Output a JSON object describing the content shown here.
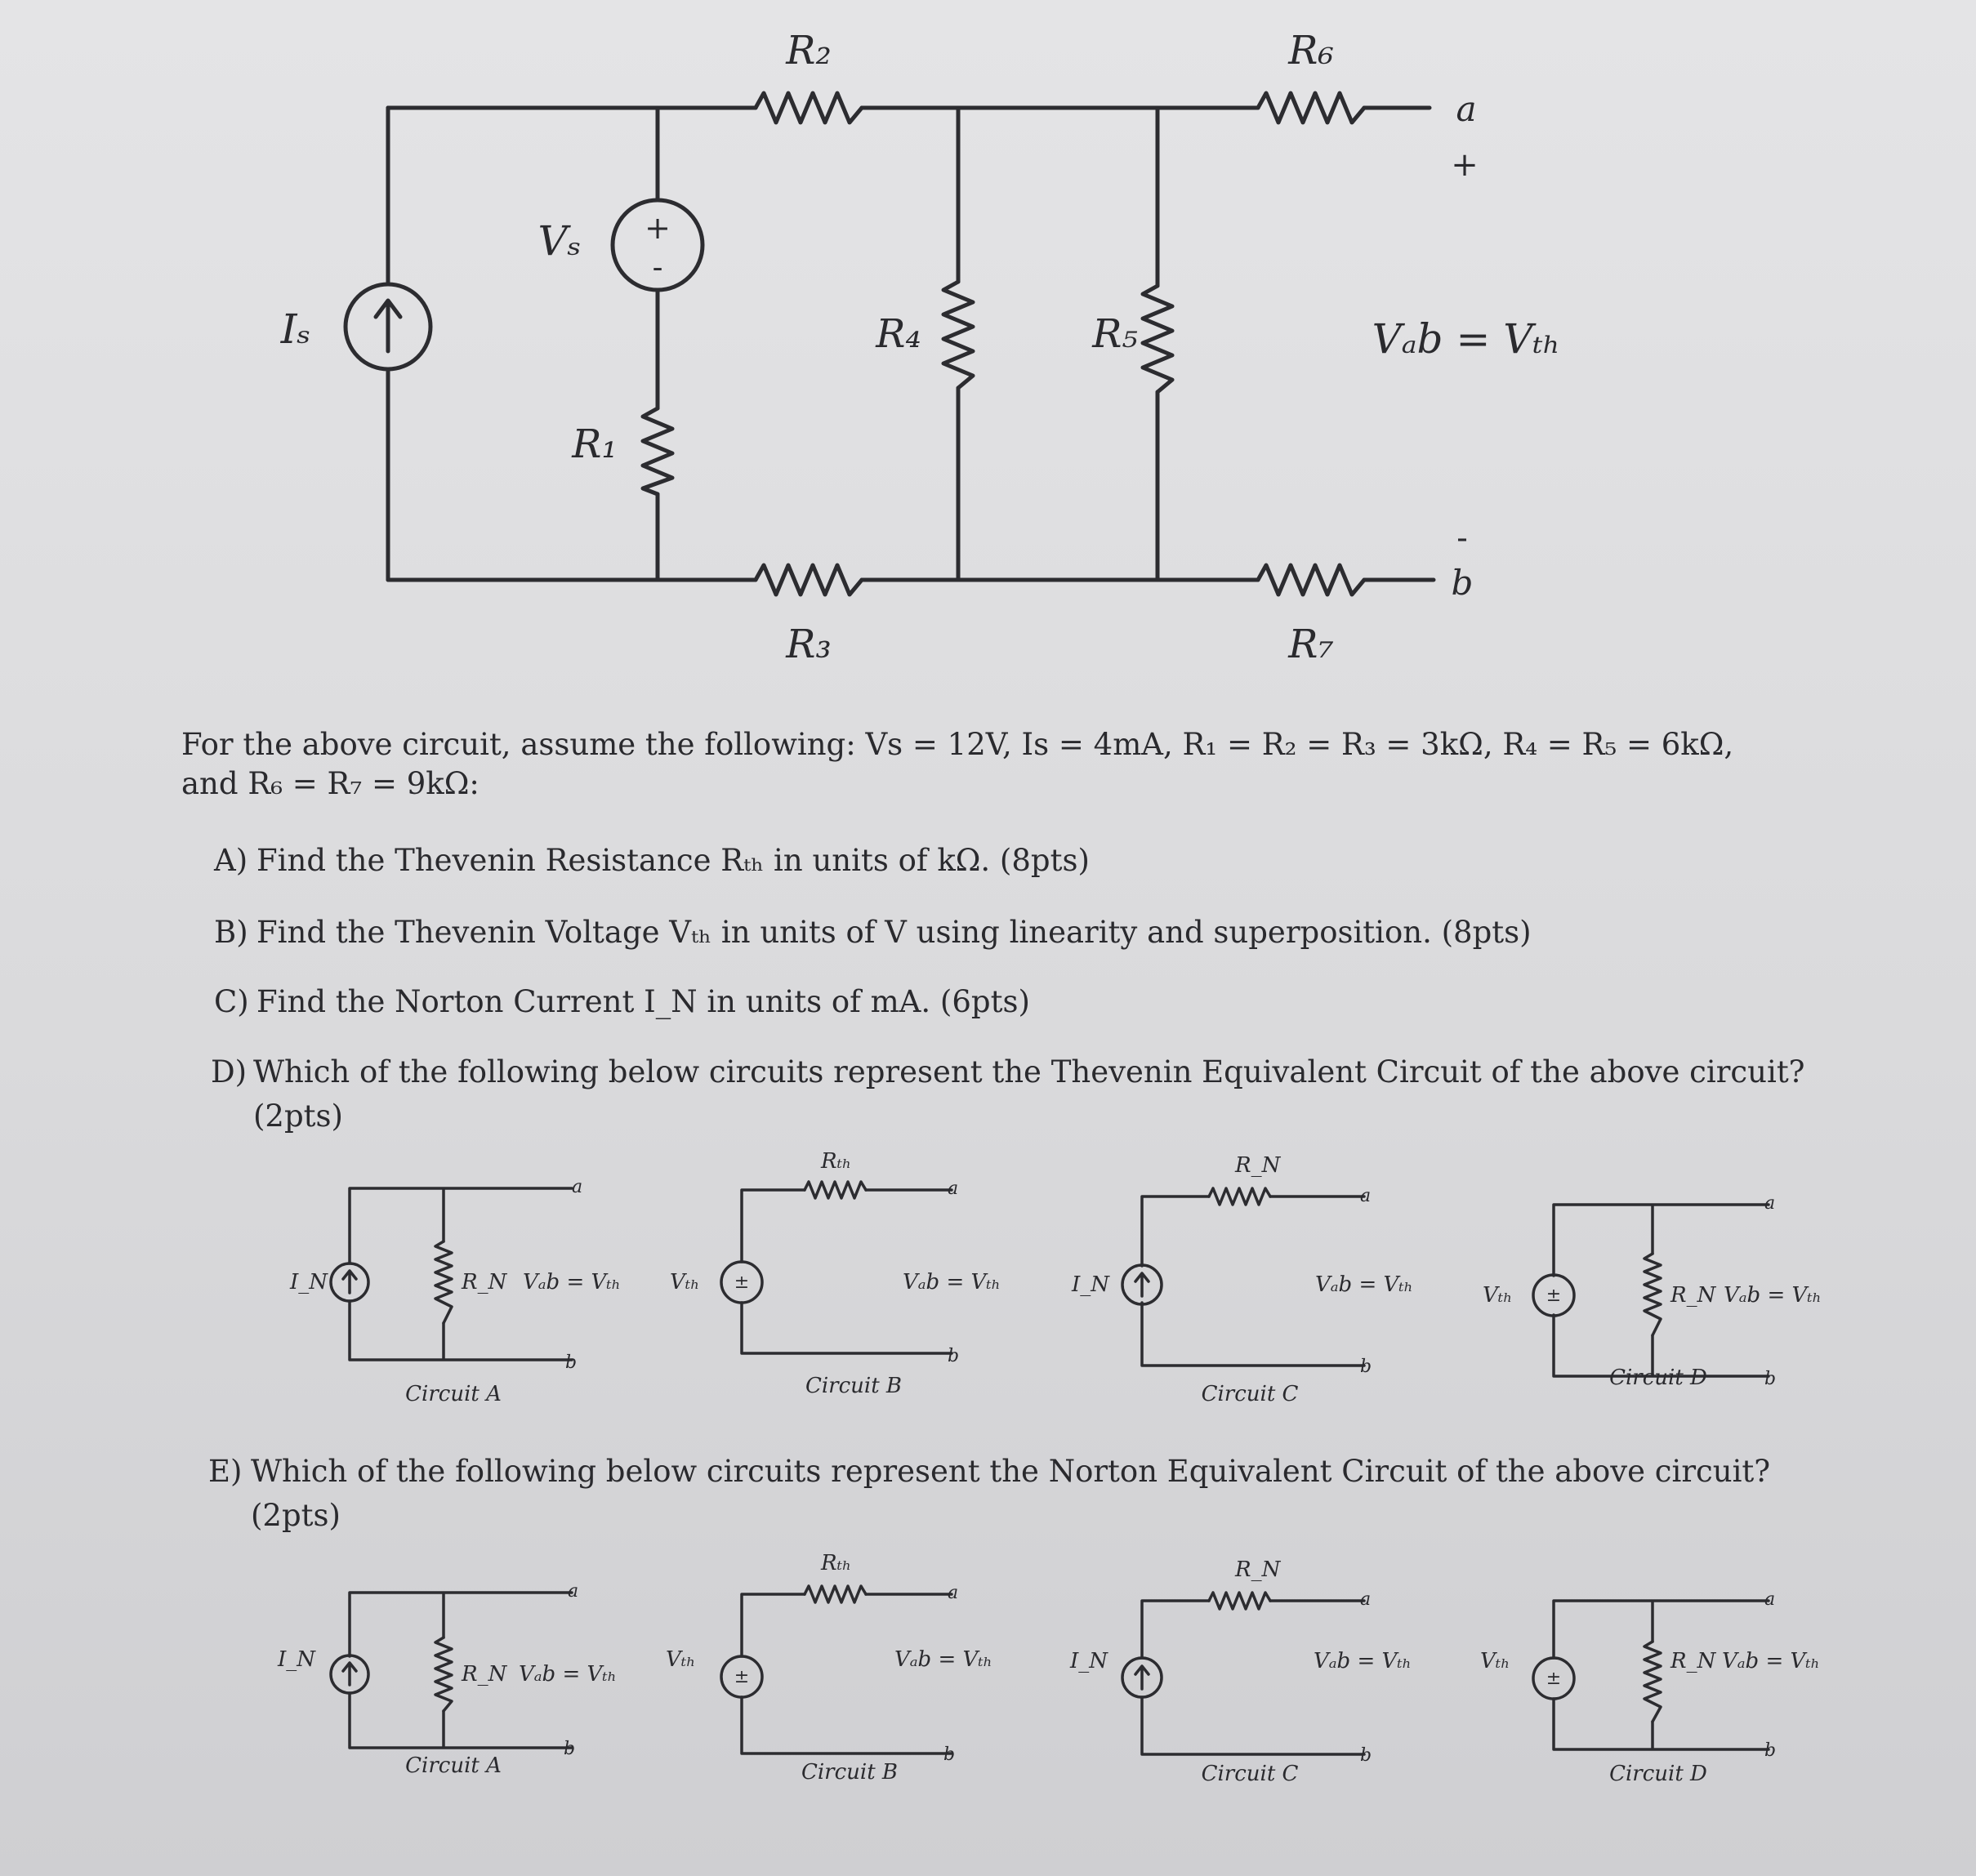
{
  "main_circuit": {
    "labels": {
      "r1": "R₁",
      "r2": "R₂",
      "r3": "R₃",
      "r4": "R₄",
      "r5": "R₅",
      "r6": "R₆",
      "r7": "R₇",
      "vs": "Vₛ",
      "is": "Iₛ",
      "vab": "Vₐb = Vₜₕ",
      "node_a": "a",
      "node_b": "b",
      "plus": "+",
      "minus": "-"
    }
  },
  "problem": {
    "intro_line1": "For the above circuit, assume the following: Vs = 12V, Is = 4mA, R₁ = R₂ = R₃ = 3kΩ, R₄ = R₅ = 6kΩ,",
    "intro_line2": "and R₆ = R₇ = 9kΩ:",
    "questions": [
      {
        "letter": "A)",
        "text": "Find the Thevenin Resistance Rₜₕ in units of kΩ. (8pts)"
      },
      {
        "letter": "B)",
        "text": "Find the Thevenin Voltage Vₜₕ in units of V using linearity and superposition. (8pts)"
      },
      {
        "letter": "C)",
        "text": "Find the Norton Current I_N in units of mA. (6pts)"
      },
      {
        "letter": "D)",
        "text": "Which of the following below circuits represent the Thevenin Equivalent Circuit of the above circuit?",
        "cont": "(2pts)"
      },
      {
        "letter": "E)",
        "text": "Which of the following below circuits represent the Norton Equivalent Circuit of the above circuit?",
        "cont": "(2pts)"
      }
    ]
  },
  "options": {
    "names": [
      "Circuit A",
      "Circuit B",
      "Circuit C",
      "Circuit D"
    ],
    "labels": {
      "in": "I_N",
      "rn": "R_N",
      "rth": "Rₜₕ",
      "vth": "Vₜₕ",
      "vab": "Vₐb = Vₜₕ",
      "a": "a",
      "b": "b"
    }
  }
}
